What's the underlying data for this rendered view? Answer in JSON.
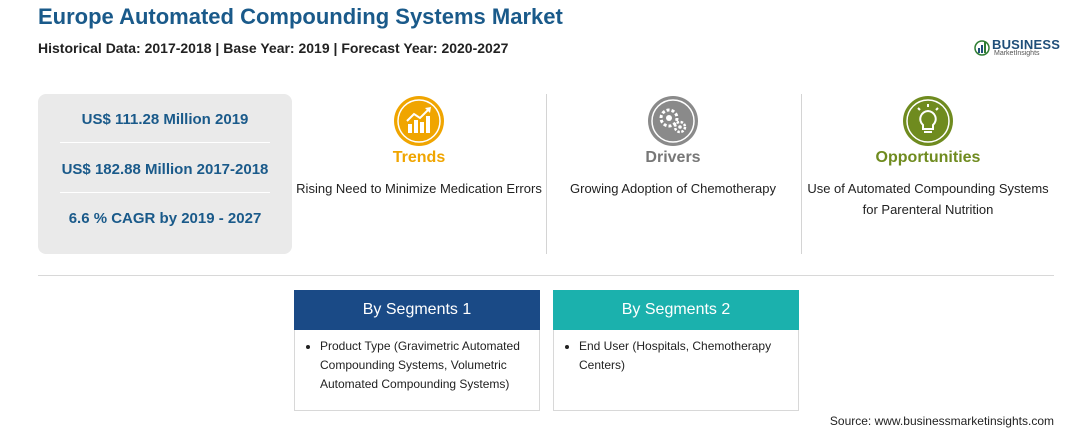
{
  "header": {
    "title": "Europe Automated Compounding Systems Market",
    "subtitle": "Historical Data: 2017-2018 | Base Year: 2019 | Forecast Year: 2020-2027"
  },
  "logo": {
    "line1": "BUSINESS",
    "line2": "MarketInsights"
  },
  "stats": [
    "US$ 111.28 Million 2019",
    "US$ 182.88 Million 2017-2018",
    "6.6 % CAGR by 2019 - 2027"
  ],
  "columns": [
    {
      "heading": "Trends",
      "icon": "trend-chart-icon",
      "color": "#f0a500",
      "desc": "Rising Need to Minimize Medication Errors"
    },
    {
      "heading": "Drivers",
      "icon": "gears-icon",
      "color": "#777777",
      "desc": "Growing Adoption of Chemotherapy"
    },
    {
      "heading": "Opportunities",
      "icon": "lightbulb-icon",
      "color": "#6f8b1f",
      "desc": "Use of Automated Compounding Systems for Parenteral Nutrition"
    }
  ],
  "segments": [
    {
      "title": "By Segments 1",
      "color": "#1a4a86",
      "items": [
        "Product Type (Gravimetric Automated Compounding Systems, Volumetric Automated Compounding Systems)"
      ]
    },
    {
      "title": "By Segments 2",
      "color": "#1bb1ad",
      "items": [
        "End User (Hospitals, Chemotherapy Centers)"
      ]
    }
  ],
  "footer": {
    "source": "Source: www.businessmarketinsights.com"
  }
}
